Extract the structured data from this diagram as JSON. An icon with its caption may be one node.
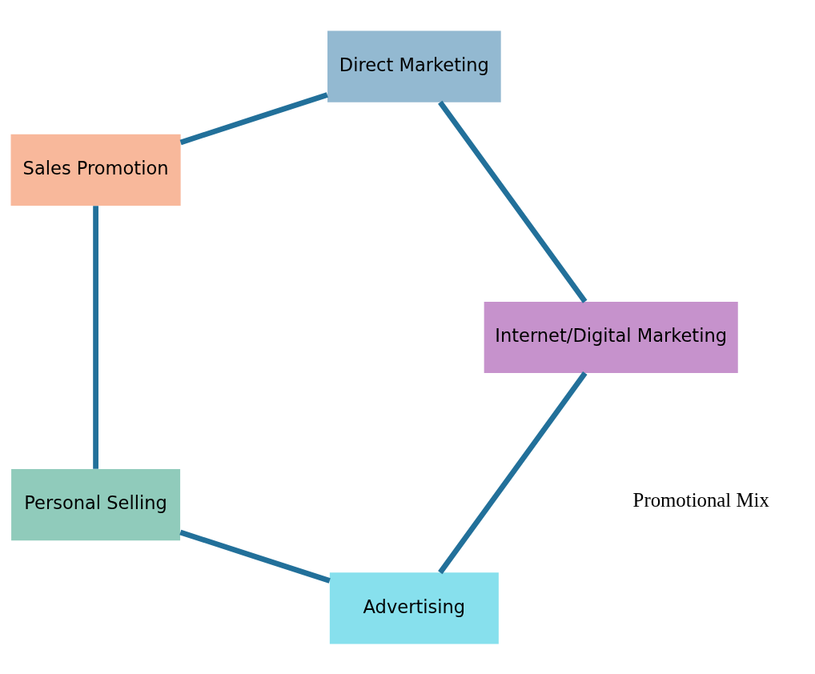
{
  "diagram": {
    "nodes": [
      {
        "text": [
          "Advertising"
        ]
      },
      {
        "text": [
          "Personal Selling"
        ]
      },
      {
        "text": [
          "Sales Promotion"
        ]
      },
      {
        "text": [
          "Direct Marketing"
        ]
      },
      {
        "text": [
          "Internet/Digital Marketing"
        ]
      }
    ],
    "edges": [
      {
        "from": 0,
        "to": 1,
        "arrow": "none"
      },
      {
        "from": 1,
        "to": 2,
        "arrow": "none"
      },
      {
        "from": 2,
        "to": 3,
        "arrow": "none"
      },
      {
        "from": 3,
        "to": 4,
        "arrow": "none"
      },
      {
        "from": 4,
        "to": 0,
        "arrow": "none"
      }
    ],
    "labels": [
      "Promotional Mix"
    ]
  }
}
